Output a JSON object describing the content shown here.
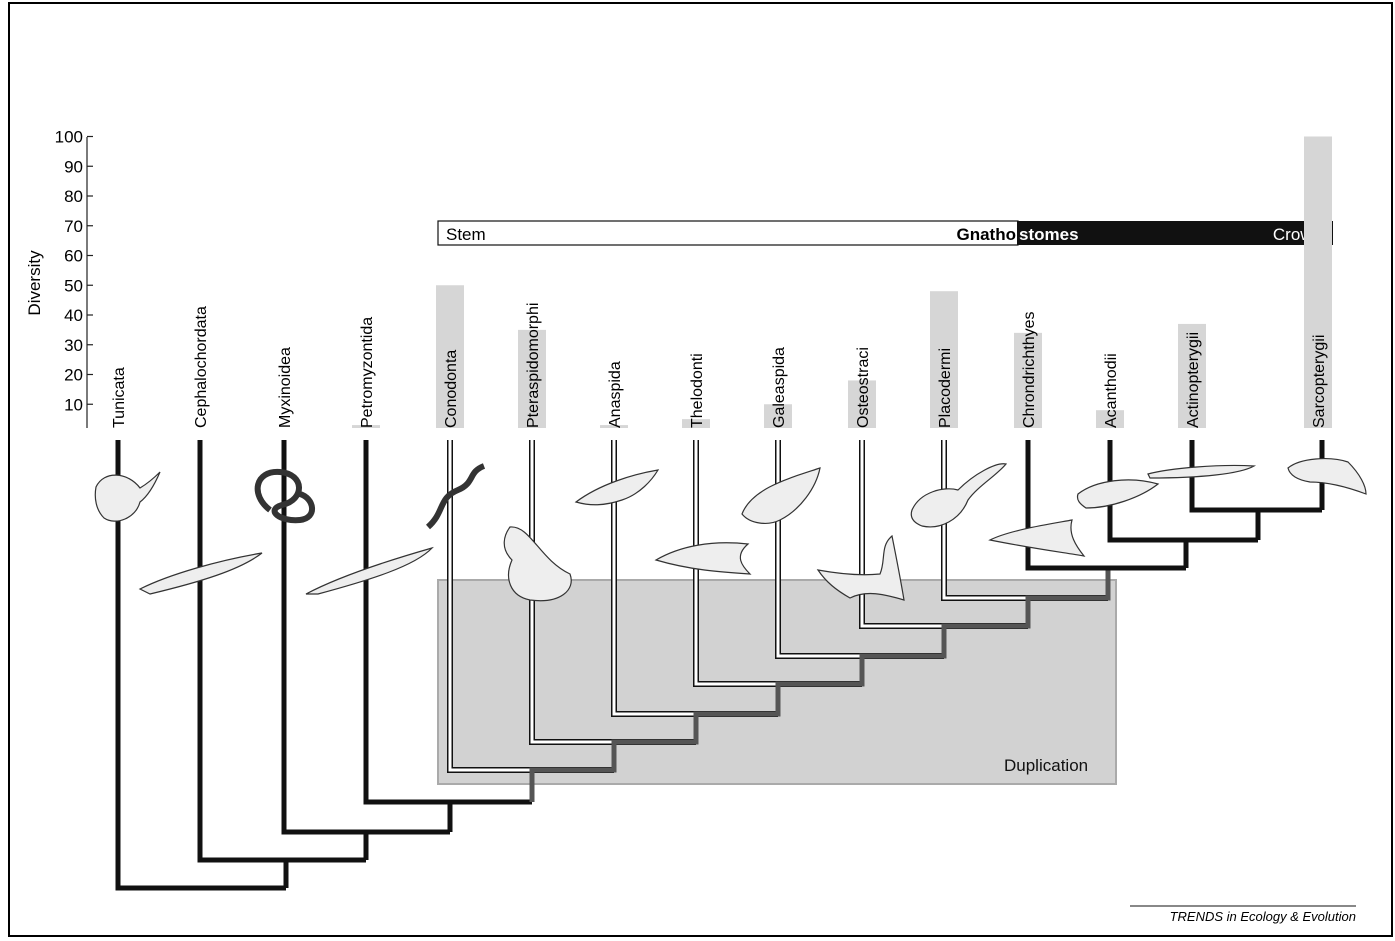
{
  "diversity_axis": {
    "title": "Diversity",
    "ticks": [
      "100",
      "90",
      "80",
      "70",
      "60",
      "50",
      "40",
      "30",
      "20",
      "10"
    ]
  },
  "gnathostome_band": {
    "stem_label": "Stem",
    "name_part1": "Gnatho",
    "name_part2": "stomes",
    "crown_label": "Crown"
  },
  "duplication_label": "Duplication",
  "taxa": [
    {
      "name": "Tunicata",
      "diversity": 1
    },
    {
      "name": "Cephalochordata",
      "diversity": 1
    },
    {
      "name": "Myxinoidea",
      "diversity": 1
    },
    {
      "name": "Petromyzontida",
      "diversity": 3
    },
    {
      "name": "Conodonta",
      "diversity": 50
    },
    {
      "name": "Pteraspidomorphi",
      "diversity": 35
    },
    {
      "name": "Anaspida",
      "diversity": 3
    },
    {
      "name": "Thelodonti",
      "diversity": 5
    },
    {
      "name": "Galeaspida",
      "diversity": 10
    },
    {
      "name": "Osteostraci",
      "diversity": 18
    },
    {
      "name": "Placodermi",
      "diversity": 48
    },
    {
      "name": "Chrondrichthyes",
      "diversity": 34
    },
    {
      "name": "Acanthodii",
      "diversity": 8
    },
    {
      "name": "Actinopterygii",
      "diversity": 37
    },
    {
      "name": "Sarcopterygii",
      "diversity": 100
    }
  ],
  "credit": "TRENDS in Ecology & Evolution"
}
